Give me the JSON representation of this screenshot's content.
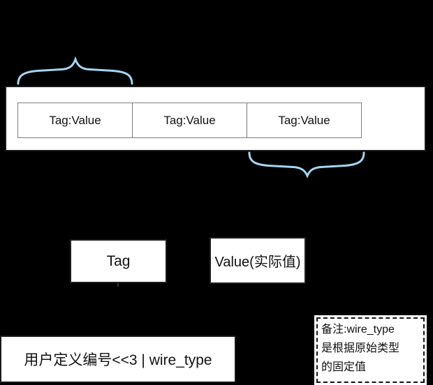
{
  "diagram": {
    "title_semantic": "protobuf-wire-format-diagram",
    "record_box": {
      "cells": [
        {
          "label": "Tag:Value"
        },
        {
          "label": "Tag:Value"
        },
        {
          "label": "Tag:Value"
        }
      ]
    },
    "tag_box": {
      "label": "Tag"
    },
    "value_box": {
      "label": "Value(实际值)"
    },
    "tag_formula_box": {
      "label": "用户定义编号<<3 | wire_type"
    },
    "note_box": {
      "lines": [
        "备注:wire_type",
        "是根据原始类型",
        "的固定值"
      ]
    }
  },
  "colors": {
    "background": "#000000",
    "brace_blue": "#a3d5f0",
    "box_fill": "#ffffff",
    "outer_border": "#1a1a1a",
    "inner_border_gray": "#7d7d7d",
    "text": "#111111"
  }
}
